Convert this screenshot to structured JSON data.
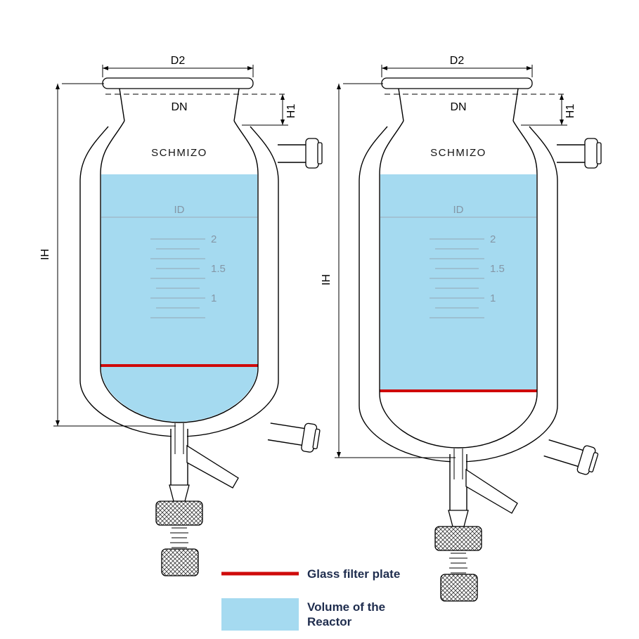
{
  "diagram": {
    "labels": {
      "d2": "D2",
      "dn": "DN",
      "h1": "H1",
      "ih": "IH",
      "id": "ID"
    },
    "brand": "SCHMIZO",
    "graduations": {
      "two": "2",
      "one_five": "1.5",
      "one": "1"
    },
    "legend": {
      "filter_plate": "Glass filter plate",
      "volume_line1": "Volume of the",
      "volume_line2": "Reactor"
    },
    "colors": {
      "reactor_volume": "#a5daf0",
      "filter_plate": "#cf0a0a"
    }
  }
}
